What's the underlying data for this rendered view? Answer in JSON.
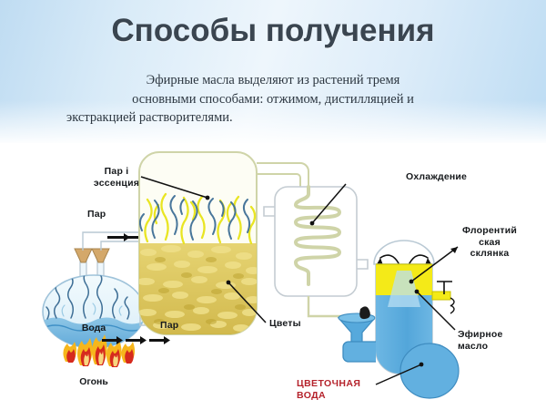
{
  "slide": {
    "title": "Способы получения",
    "paragraph": {
      "line1": "Эфирные масла выделяют из растений тремя",
      "line2": "основными способами: отжимом, дистилляцией и",
      "line3": "экстракцией растворителями."
    }
  },
  "diagram": {
    "name": "steam-distillation-apparatus",
    "labels": {
      "vapor_essence": "Пар і\nэссенция",
      "steam_left": "Пар",
      "steam_bottom": "Пар",
      "water": "Вода",
      "fire": "Огонь",
      "flowers": "Цветы",
      "cooling": "Охлаждение",
      "florentine_flask": "Флорентий\nская\nсклянка",
      "essential_oil": "Эфирное\nмасло",
      "floral_water": "ЦВЕТОЧНАЯ\nВОДА"
    },
    "colors": {
      "water_blue": "#5aa6d8",
      "light_blue": "#bfe0f2",
      "glass_outline": "#b9c9d4",
      "flower_yellow": "#d9c04a",
      "pale_yellow": "#eff0c2",
      "oil_yellow": "#f4ea18",
      "flame_red": "#d62a1e",
      "flame_orange": "#f6a41c",
      "label_dark": "#16191c",
      "label_red": "#b5232c"
    }
  }
}
